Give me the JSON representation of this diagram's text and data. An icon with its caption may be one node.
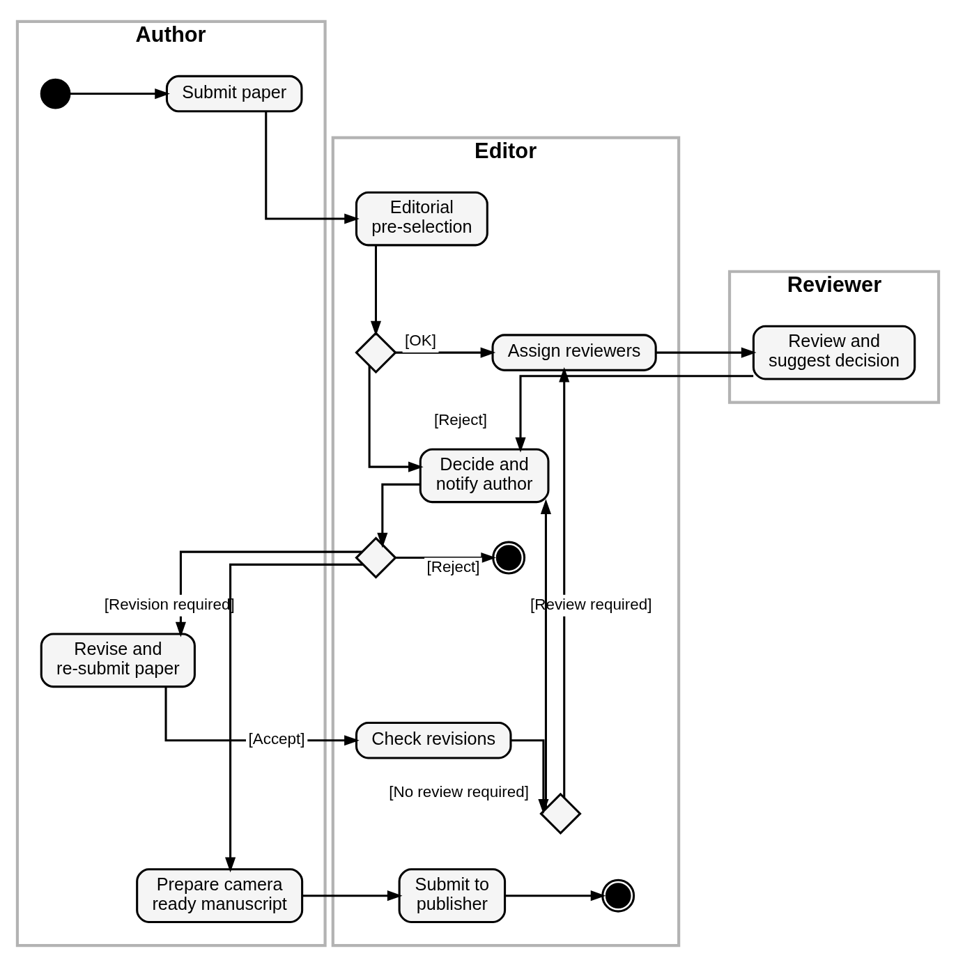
{
  "diagram": {
    "nodes": [
      {
        "text": [
          "Author"
        ]
      },
      {
        "text": [
          "Editor"
        ]
      },
      {
        "text": [
          "Reviewer"
        ]
      },
      {
        "text": [],
        "shape": "circle",
        "in": 0
      },
      {
        "text": [
          "Submit paper"
        ],
        "in": 0
      },
      {
        "text": [
          "Editorial pre-selection"
        ],
        "in": 1
      },
      {
        "text": [],
        "shape": "diamond",
        "in": 1
      },
      {
        "text": [
          "Assign reviewers"
        ],
        "in": 1
      },
      {
        "text": [
          "Review and suggest decision"
        ],
        "in": 2
      },
      {
        "text": [
          "Decide and notify author"
        ],
        "in": 1
      },
      {
        "text": [],
        "shape": "diamond",
        "in": 1
      },
      {
        "text": [],
        "shape": "circle",
        "in": 1
      },
      {
        "text": [
          "Revise and re-submit paper"
        ],
        "in": 0
      },
      {
        "text": [
          "Check revisions"
        ],
        "in": 1
      },
      {
        "text": [],
        "shape": "diamond",
        "in": 1
      },
      {
        "text": [
          "Prepare camera ready manuscript"
        ],
        "in": 0
      },
      {
        "text": [
          "Submit to publisher"
        ],
        "in": 1
      },
      {
        "text": [],
        "shape": "circle",
        "in": 1
      }
    ],
    "edges": [
      {
        "from": 3,
        "to": 4,
        "arrow": "to"
      },
      {
        "from": 4,
        "to": 5,
        "arrow": "to"
      },
      {
        "from": 5,
        "to": 6,
        "arrow": "to"
      },
      {
        "from": 6,
        "to": 7,
        "arrow": "to",
        "label": "[OK]"
      },
      {
        "from": 6,
        "to": 9,
        "arrow": "to",
        "label": "[Reject]"
      },
      {
        "from": 7,
        "to": 8,
        "arrow": "to"
      },
      {
        "from": 8,
        "to": 9,
        "arrow": "to"
      },
      {
        "from": 9,
        "to": 10,
        "arrow": "to"
      },
      {
        "from": 10,
        "to": 11,
        "arrow": "to",
        "label": "[Reject]"
      },
      {
        "from": 10,
        "to": 15,
        "arrow": "to",
        "label": "[Accept]"
      },
      {
        "from": 10,
        "to": 12,
        "arrow": "to",
        "label": "[Revision required]"
      },
      {
        "from": 12,
        "to": 13,
        "arrow": "to"
      },
      {
        "from": 13,
        "to": 14,
        "arrow": "to"
      },
      {
        "from": 14,
        "to": 9,
        "arrow": "to",
        "label": "[No review required]"
      },
      {
        "from": 14,
        "to": 7,
        "arrow": "to",
        "label": "[Review required]"
      },
      {
        "from": 15,
        "to": 16,
        "arrow": "to"
      },
      {
        "from": 16,
        "to": 17,
        "arrow": "to"
      }
    ]
  }
}
